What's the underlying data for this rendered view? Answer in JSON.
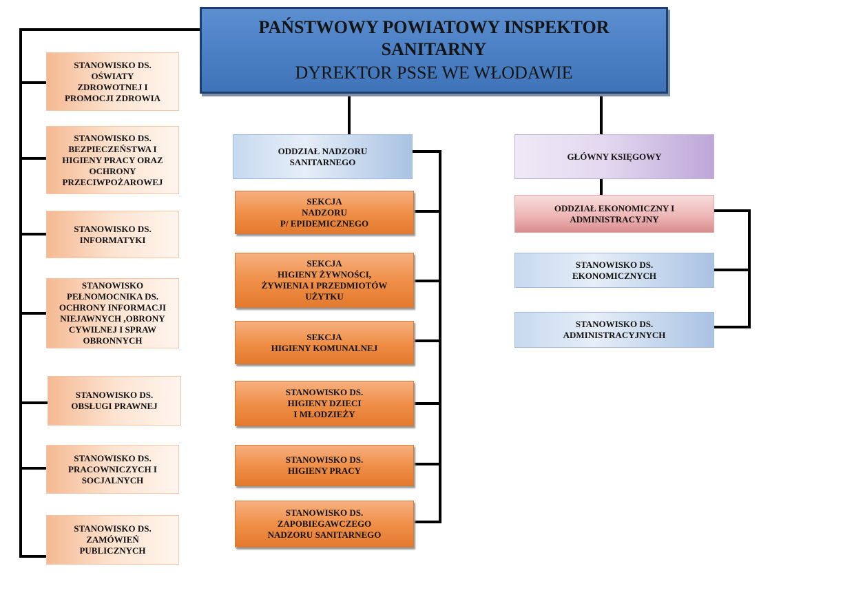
{
  "header": {
    "line1": "PAŃSTWOWY POWIATOWY INSPEKTOR SANITARNY",
    "line2": "DYREKTOR PSSE WE WŁODAWIE"
  },
  "left_column": [
    "STANOWISKO DS.\nOŚWIATY\nZDROWOTNEJ I\nPROMOCJI ZDROWIA",
    "STANOWISKO DS.\nBEZPIECZEŃSTWA I\nHIGIENY PRACY ORAZ\nOCHRONY\nPRZECIWPOŻAROWEJ",
    "STANOWISKO DS.\nINFORMATYKI",
    "STANOWISKO\nPEŁNOMOCNIKA DS.\nOCHRONY INFORMACJI\nNIEJAWNYCH ,OBRONY\nCYWILNEJ I SPRAW\nOBRONNYCH",
    "STANOWISKO DS.\nOBSŁUGI PRAWNEJ",
    "STANOWISKO DS.\nPRACOWNICZYCH I\nSOCJALNYCH",
    "STANOWISKO DS.\nZAMÓWIEŃ\nPUBLICZNYCH"
  ],
  "middle_column": {
    "title": "ODDZIAŁ NADZORU\nSANITARNEGO",
    "items": [
      "SEKCJA\nNADZORU\nP/ EPIDEMICZNEGO",
      "SEKCJA\nHIGIENY ŻYWNOŚCI,\nŻYWIENIA I PRZEDMIOTÓW\nUŻYTKU",
      "SEKCJA\nHIGIENY KOMUNALNEJ",
      "STANOWISKO DS.\nHIGIENY DZIECI\nI MŁODZIEŻY",
      "STANOWISKO DS.\nHIGIENY PRACY",
      "STANOWISKO DS.\nZAPOBIEGAWCZEGO\nNADZORU SANITARNEGO"
    ]
  },
  "right_column": {
    "chief": "GŁÓWNY KSIĘGOWY",
    "department": "ODDZIAŁ EKONOMICZNY I\nADMINISTRACYJNY",
    "items": [
      "STANOWISKO DS.\nEKONOMICZNYCH",
      "STANOWISKO DS.\nADMINISTRACYJNYCH"
    ]
  },
  "colors": {
    "head": "#4a7fc4",
    "left_boxes": "#fde3d0",
    "middle_sections": "#ef8d45",
    "blue_boxes": "#c7d9ef",
    "chief": "#e3d8ef",
    "department": "#eeb7b7",
    "connector": "#000000"
  }
}
